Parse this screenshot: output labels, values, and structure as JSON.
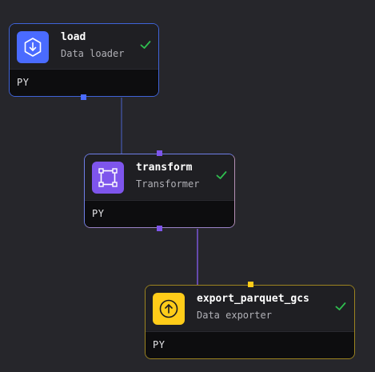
{
  "colors": {
    "background": "#26262b",
    "loader": "#4a6bff",
    "transformer": "#7e55ec",
    "exporter": "#ffcc19",
    "success": "#2fbf4f",
    "edge_blue": "#3f63d8",
    "edge_purple": "#7a55d8"
  },
  "blocks": [
    {
      "name": "load",
      "type": "Data loader",
      "language": "PY",
      "icon": "download-icon",
      "status": "success"
    },
    {
      "name": "transform",
      "type": "Transformer",
      "language": "PY",
      "icon": "transform-square-icon",
      "status": "success"
    },
    {
      "name": "export_parquet_gcs",
      "type": "Data exporter",
      "language": "PY",
      "icon": "upload-icon",
      "status": "success"
    }
  ]
}
